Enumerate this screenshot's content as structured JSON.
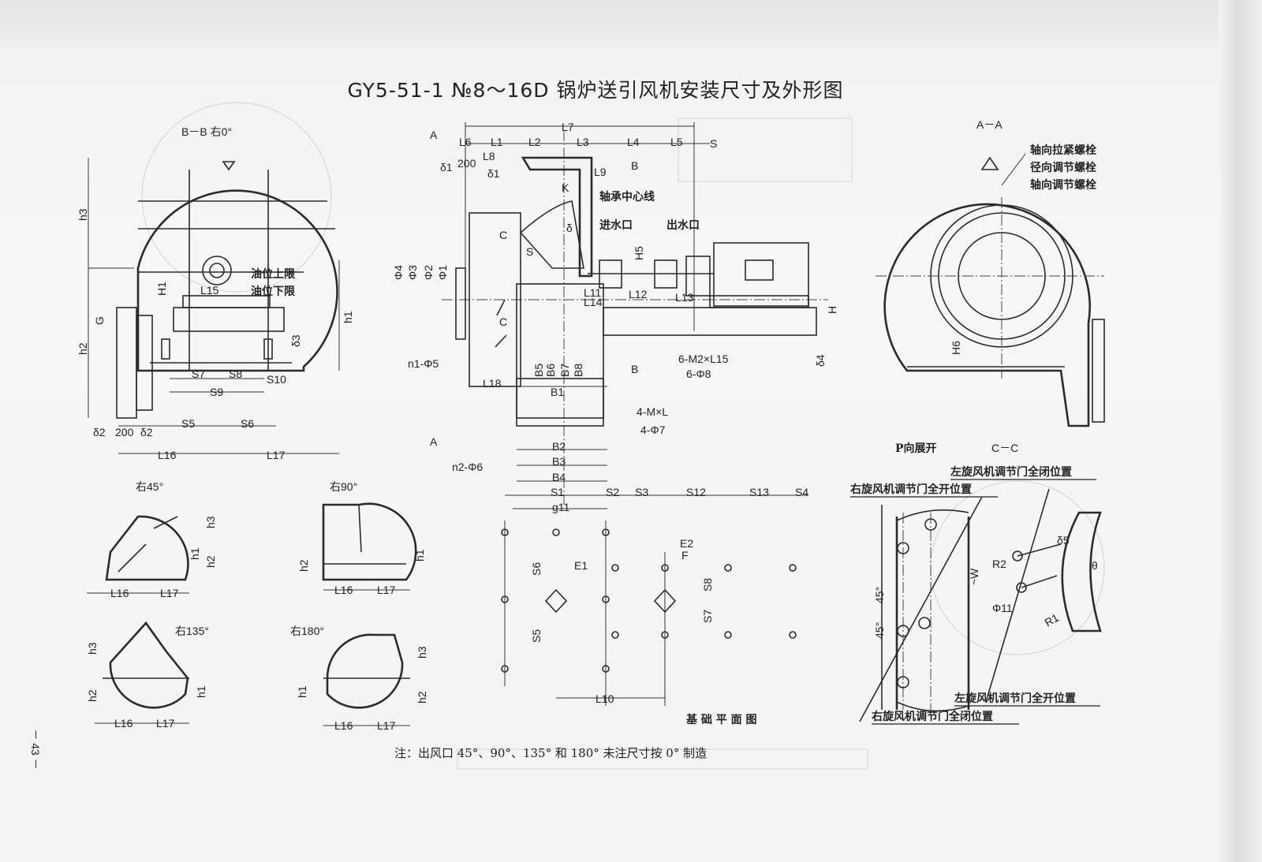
{
  "title": "GY5-51-1 №8～16D 锅炉送引风机安装尺寸及外形图",
  "page_number": "－ 43 －",
  "note": "注：出风口 45°、90°、135° 和 180° 未注尺寸按 0° 制造",
  "views": {
    "bb": "B－B 右0°",
    "aa": "A－A",
    "r45": "右45°",
    "r90": "右90°",
    "r135": "右135°",
    "r180": "右180°",
    "p_unfold": "P向展开",
    "cc": "C－C",
    "foundation": "基 础 平 面 图"
  },
  "annotations": {
    "oil_upper": "油位上限",
    "oil_lower": "油位下限",
    "bearing_centerline": "轴承中心线",
    "water_inlet": "进水口",
    "water_outlet": "出水口",
    "axial_tension_bolt": "轴向拉紧螺栓",
    "radial_adjust_bolt": "径向调节螺栓",
    "axial_adjust_bolt": "轴向调节螺栓",
    "left_closed": "左旋风机调节门全闭位置",
    "right_open": "右旋风机调节门全开位置",
    "left_open": "左旋风机调节门全开位置",
    "right_closed": "右旋风机调节门全闭位置"
  },
  "bb_dims": {
    "h3": "h3",
    "h2": "h2",
    "G": "G",
    "H1": "H1",
    "L15": "L15",
    "h1": "h1",
    "d3": "δ3",
    "S7": "S7",
    "S8": "S8",
    "S9": "S9",
    "S10": "S10",
    "S5": "S5",
    "S6": "S6",
    "d2a": "δ2",
    "w200": "200",
    "d2b": "δ2",
    "L16": "L16",
    "L17": "L17"
  },
  "small_dims": {
    "h1": "h1",
    "h2": "h2",
    "h3": "h3",
    "L16": "L16",
    "L17": "L17"
  },
  "main_dims": {
    "A": "A",
    "L7": "L7",
    "L6": "L6",
    "L1": "L1",
    "L2": "L2",
    "L3": "L3",
    "L4": "L4",
    "L5": "L5",
    "S": "S",
    "L8": "L8",
    "w200": "200",
    "d1a": "δ1",
    "d1b": "δ1",
    "L9": "L9",
    "B": "B",
    "K": "K",
    "delta": "δ",
    "C": "C",
    "S_small": "S",
    "H5": "H5",
    "phi4": "Φ4",
    "phi3": "Φ3",
    "phi2": "Φ2",
    "phi1": "Φ1",
    "L11": "L11",
    "L14": "L14",
    "L12": "L12",
    "L13": "L13",
    "H": "H",
    "B5": "B5",
    "B6": "B6",
    "B7": "B7",
    "B8": "B8",
    "M2": "6-M2×L15",
    "phi8": "6-Φ8",
    "n1": "n1-Φ5",
    "L18": "L18",
    "B1": "B1",
    "d4": "δ4",
    "ML": "4-M×L",
    "phi7": "4-Φ7",
    "n2": "n2-Φ6",
    "B2": "B2",
    "B3": "B3",
    "B4": "B4",
    "S1": "S1",
    "S2": "S2",
    "S3": "S3",
    "S12": "S12",
    "S13": "S13",
    "S4": "S4",
    "g11": "g11",
    "S6": "S6",
    "E1": "E1",
    "E2": "E2",
    "F": "F",
    "S8": "S8",
    "S7": "S7",
    "S5": "S5",
    "L10": "L10"
  },
  "aa_dims": {
    "H6": "H6"
  },
  "cc_dims": {
    "d5": "δ5",
    "R2": "R2",
    "W": "~W",
    "phi11": "Φ11",
    "theta": "θ",
    "R1": "R1",
    "a45a": "45°",
    "a45b": "45°"
  }
}
